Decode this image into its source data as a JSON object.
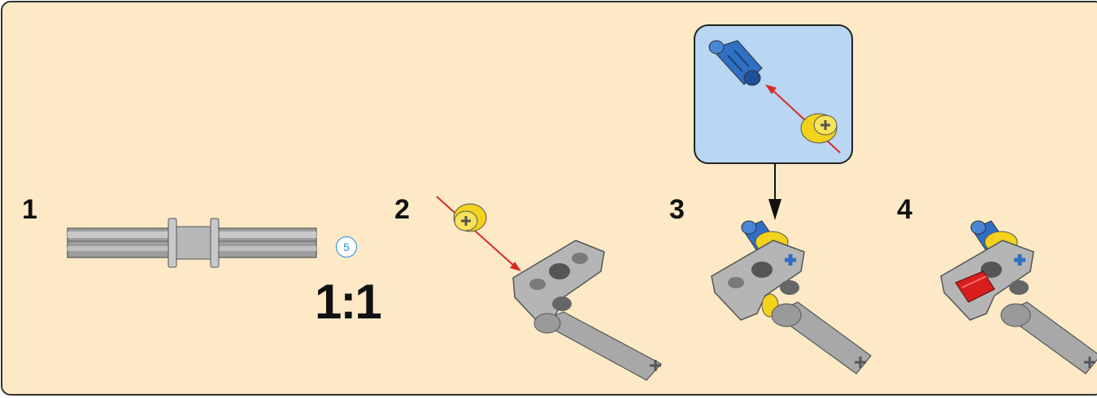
{
  "steps": {
    "step1": "1",
    "step2": "2",
    "step3": "3",
    "step4": "4"
  },
  "scale_label": "1:1",
  "axle_length": "5",
  "colors": {
    "background": "#fde9c6",
    "callout": "#b9d6f2",
    "arrow": "#d62b2b",
    "gray": "#a8a8a8",
    "yellow": "#f2d21b",
    "blue": "#2f6fc4",
    "red": "#d81e1e"
  }
}
